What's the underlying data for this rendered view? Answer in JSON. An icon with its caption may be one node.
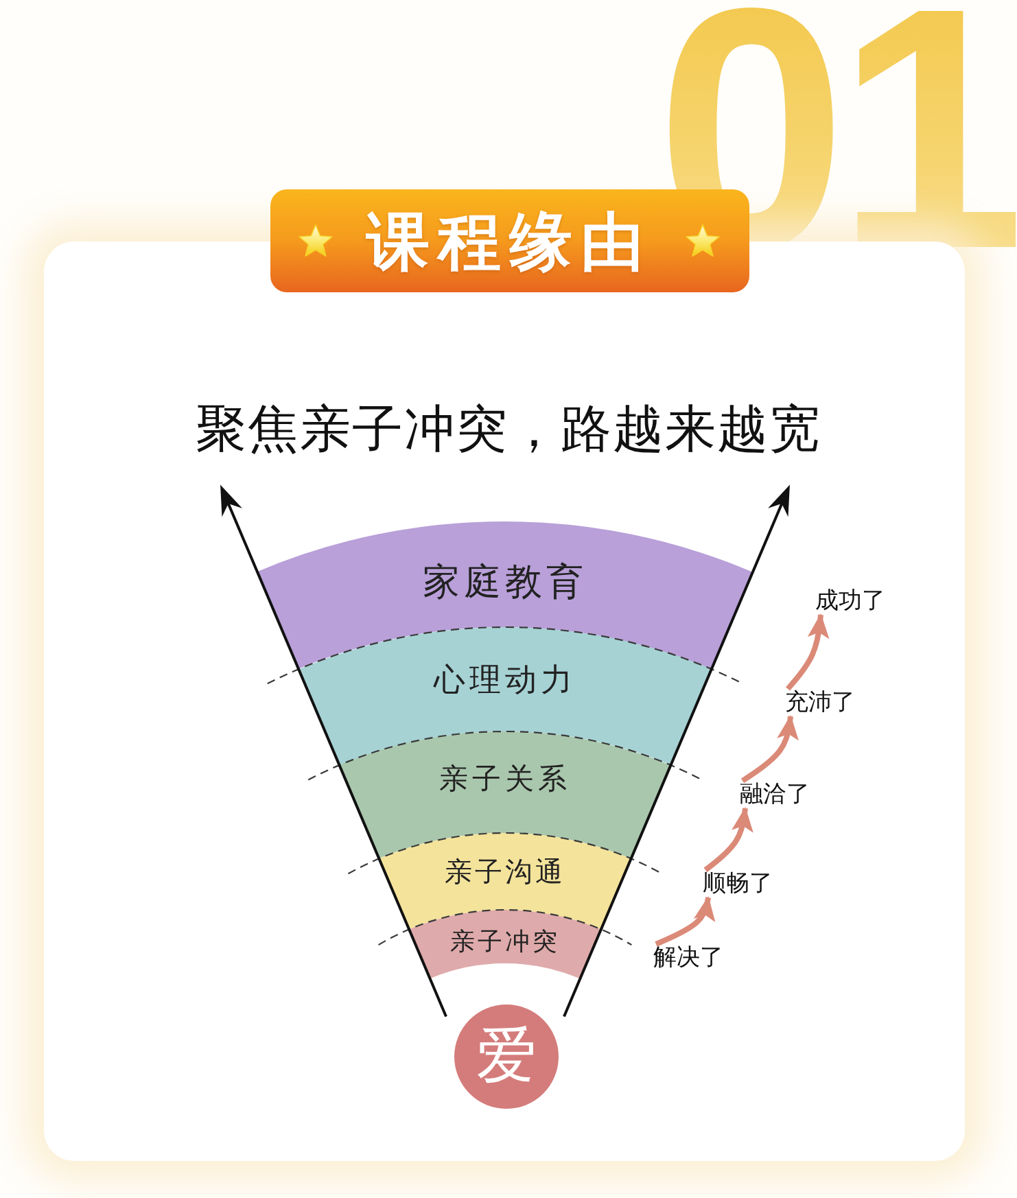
{
  "diagram": {
    "title": "课程缘由",
    "nodes": [
      {
        "text": [
          "家庭教育"
        ]
      },
      {
        "text": [
          "心理动力"
        ]
      },
      {
        "text": [
          "亲子关系"
        ]
      },
      {
        "text": [
          "亲子沟通"
        ]
      },
      {
        "text": [
          "亲子冲突"
        ]
      },
      {
        "text": [
          "爱"
        ]
      },
      {
        "text": [
          "成功了"
        ]
      },
      {
        "text": [
          "充沛了"
        ]
      },
      {
        "text": [
          "融洽了"
        ]
      },
      {
        "text": [
          "顺畅了"
        ]
      },
      {
        "text": [
          "解决了"
        ]
      }
    ],
    "edges": [
      {
        "from": 10,
        "to": 9,
        "arrow": "to"
      },
      {
        "from": 9,
        "to": 8,
        "arrow": "to"
      },
      {
        "from": 8,
        "to": 7,
        "arrow": "to"
      },
      {
        "from": 7,
        "to": 6,
        "arrow": "to"
      }
    ],
    "labels": [
      "01",
      "聚焦亲子冲突，路越来越宽"
    ]
  }
}
